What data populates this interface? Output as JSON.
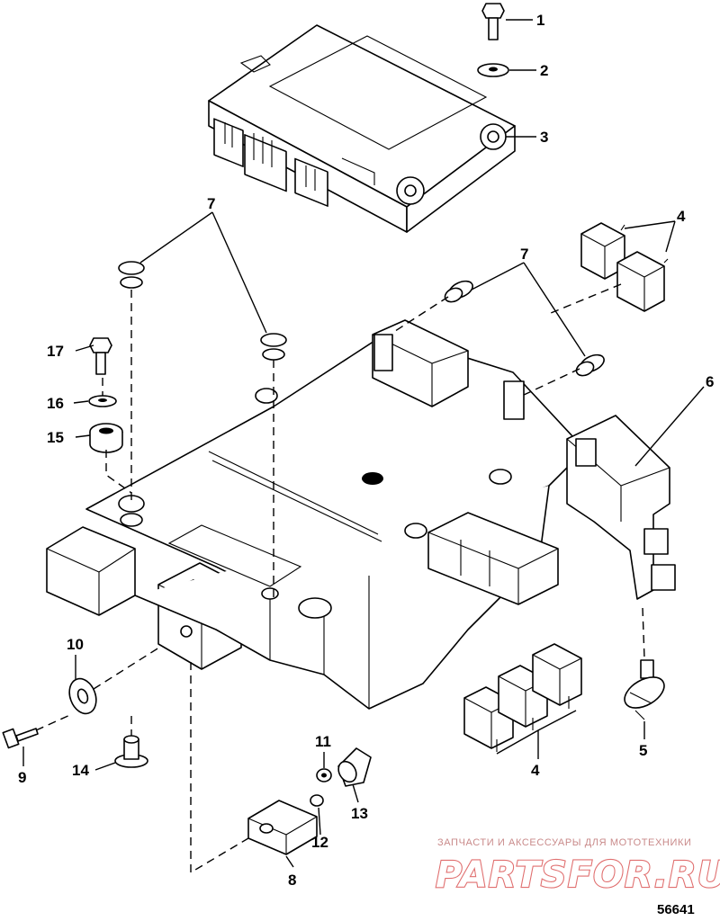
{
  "callouts": {
    "c1": "1",
    "c2": "2",
    "c3": "3",
    "c4a": "4",
    "c4b": "4",
    "c5": "5",
    "c6": "6",
    "c7a": "7",
    "c7b": "7",
    "c8": "8",
    "c9": "9",
    "c10": "10",
    "c11": "11",
    "c12": "12",
    "c13": "13",
    "c14": "14",
    "c15": "15",
    "c16": "16",
    "c17": "17"
  },
  "watermark": {
    "tagline": "ЗАПЧАСТИ И АКСЕССУАРЫ ДЛЯ МОТОТЕХНИКИ",
    "logo": "PARTSFOR.RU"
  },
  "figure_number": "56641"
}
